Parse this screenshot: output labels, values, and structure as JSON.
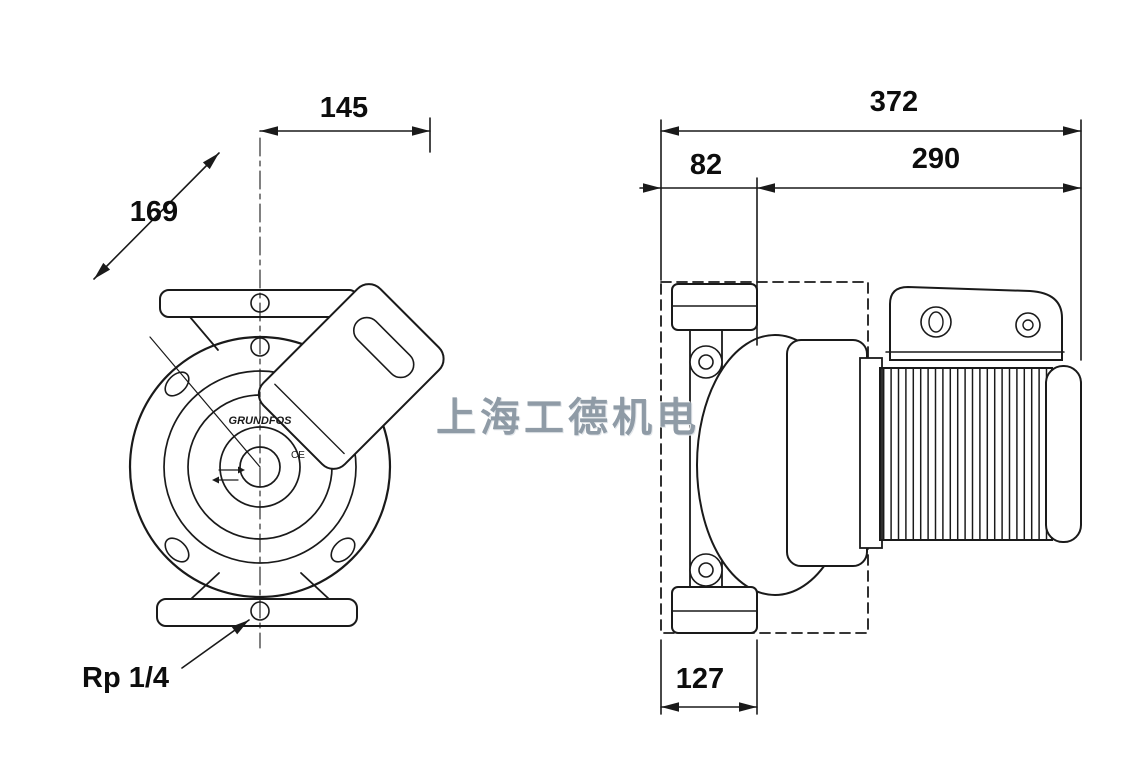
{
  "page": {
    "background": "#ffffff",
    "line_color": "#1a1a1a"
  },
  "watermark": {
    "text": "上海工德机电"
  },
  "front_view": {
    "dim_top_width": "145",
    "dim_diagonal": "169",
    "port_thread_label": "Rp 1/4",
    "logo_text": "GRUNDFOS",
    "ce_mark": "CE"
  },
  "side_view": {
    "dim_total_length": "372",
    "dim_flange_depth": "82",
    "dim_motor_length": "290",
    "dim_port_spacing": "127"
  }
}
